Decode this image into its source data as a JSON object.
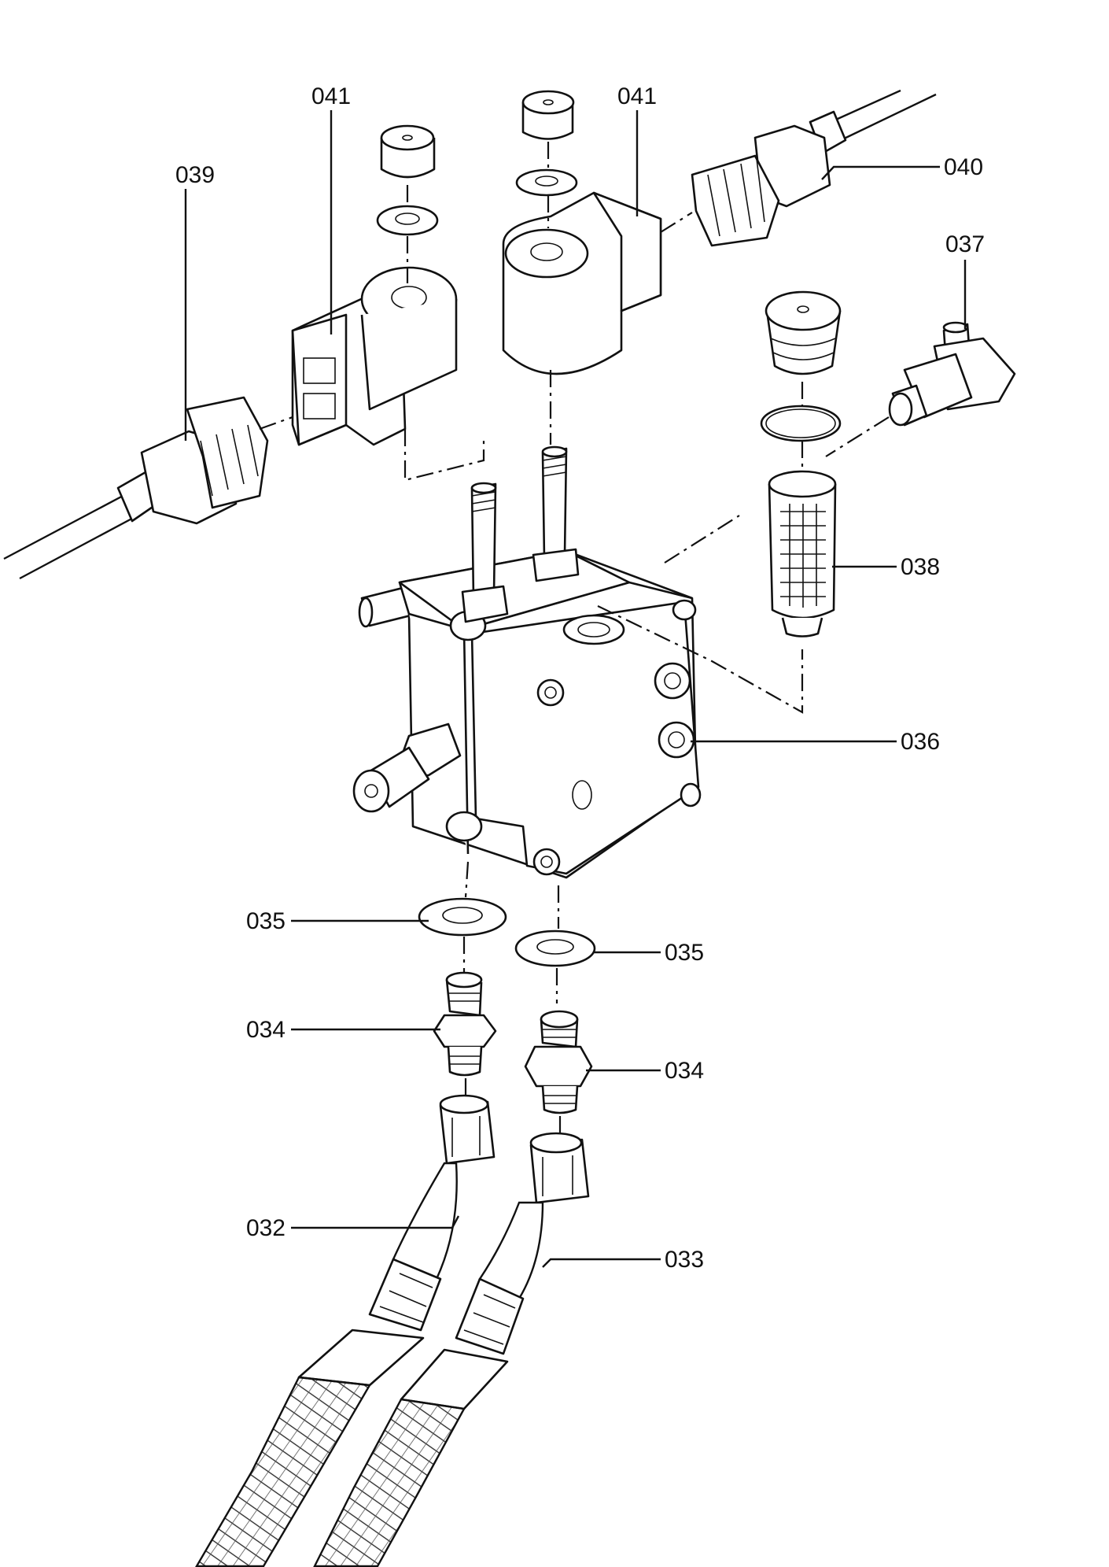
{
  "diagram": {
    "type": "exploded-parts-view",
    "callouts": [
      {
        "id": "label-039",
        "text": "039"
      },
      {
        "id": "label-041-left",
        "text": "041"
      },
      {
        "id": "label-041-right",
        "text": "041"
      },
      {
        "id": "label-040",
        "text": "040"
      },
      {
        "id": "label-037",
        "text": "037"
      },
      {
        "id": "label-038",
        "text": "038"
      },
      {
        "id": "label-036",
        "text": "036"
      },
      {
        "id": "label-035-left",
        "text": "035"
      },
      {
        "id": "label-035-right",
        "text": "035"
      },
      {
        "id": "label-034-left",
        "text": "034"
      },
      {
        "id": "label-034-right",
        "text": "034"
      },
      {
        "id": "label-032",
        "text": "032"
      },
      {
        "id": "label-033",
        "text": "033"
      }
    ]
  },
  "colors": {
    "line": "#111111",
    "background": "#ffffff"
  }
}
